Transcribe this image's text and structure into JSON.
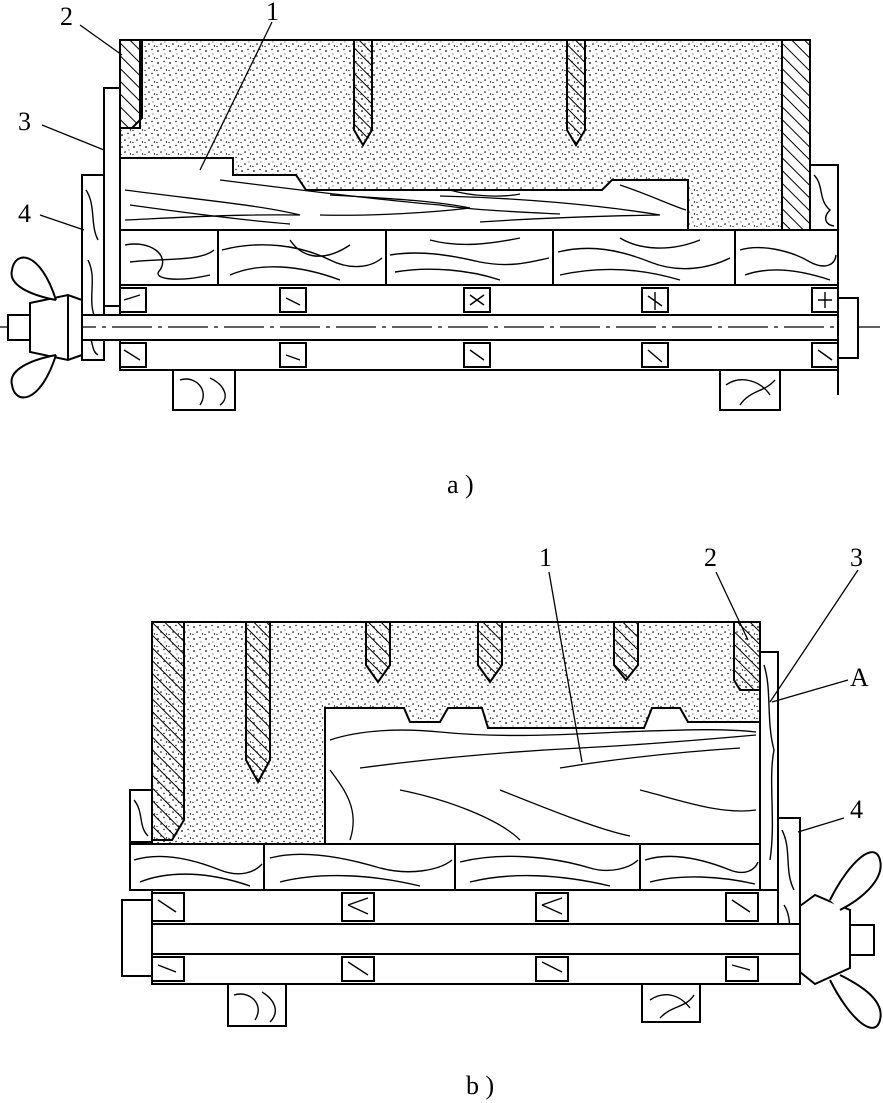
{
  "figure_a": {
    "caption": "a )",
    "labels": {
      "l1": "1",
      "l2": "2",
      "l3": "3",
      "l4": "4"
    }
  },
  "figure_b": {
    "caption": "b )",
    "labels": {
      "l1": "1",
      "l2": "2",
      "l3": "3",
      "lA": "A",
      "l4": "4"
    }
  }
}
